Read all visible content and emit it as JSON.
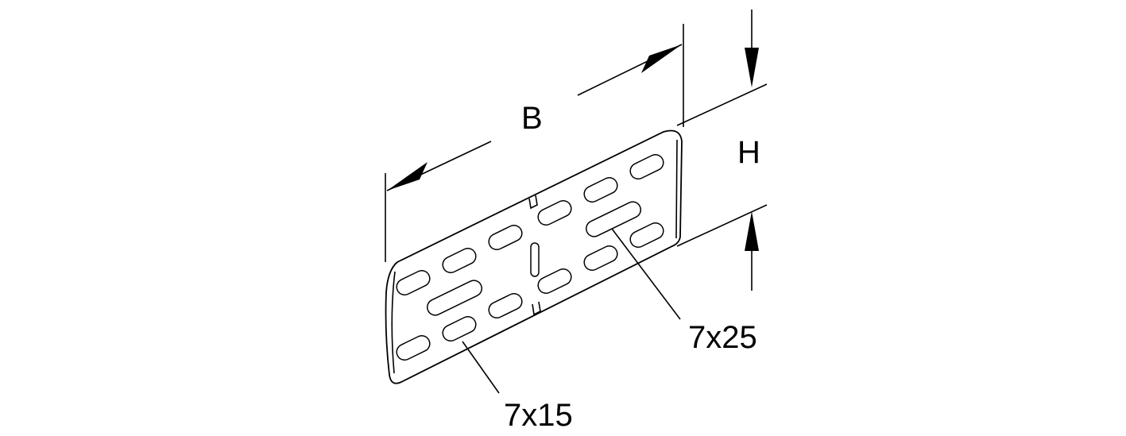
{
  "dimensions": {
    "width_label": "B",
    "height_label": "H"
  },
  "callouts": {
    "small_slot": "7x15",
    "large_slot": "7x25"
  }
}
